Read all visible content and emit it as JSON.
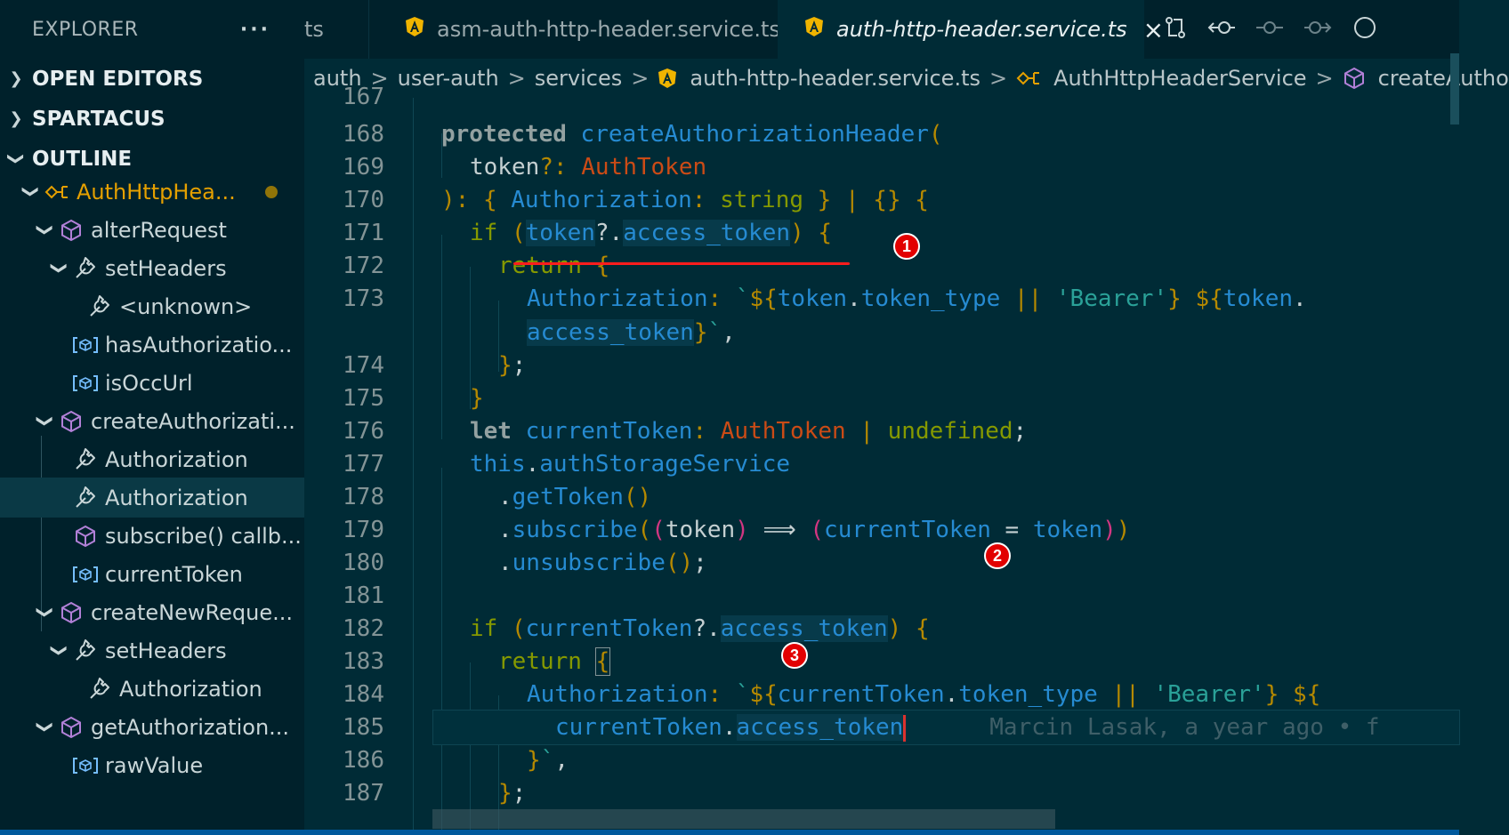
{
  "sidebar": {
    "title": "EXPLORER",
    "more_label": "···",
    "sections": [
      {
        "label": "OPEN EDITORS",
        "expanded": false
      },
      {
        "label": "SPARTACUS",
        "expanded": false
      },
      {
        "label": "OUTLINE",
        "expanded": true
      }
    ],
    "outline": [
      {
        "label": "AuthHttpHea...",
        "icon": "class-icon",
        "depth": 0,
        "twisty": "open",
        "modified": true
      },
      {
        "label": "alterRequest",
        "icon": "method-icon",
        "depth": 1,
        "twisty": "open"
      },
      {
        "label": "setHeaders",
        "icon": "property-icon",
        "depth": 2,
        "twisty": "open"
      },
      {
        "label": "<unknown>",
        "icon": "property-icon",
        "depth": 3,
        "twisty": "none"
      },
      {
        "label": "hasAuthorizatio...",
        "icon": "variable-icon",
        "depth": 2,
        "twisty": "none"
      },
      {
        "label": "isOccUrl",
        "icon": "variable-icon",
        "depth": 2,
        "twisty": "none"
      },
      {
        "label": "createAuthorizati...",
        "icon": "method-icon",
        "depth": 1,
        "twisty": "open"
      },
      {
        "label": "Authorization",
        "icon": "property-icon",
        "depth": 2,
        "twisty": "none"
      },
      {
        "label": "Authorization",
        "icon": "property-icon",
        "depth": 2,
        "twisty": "none",
        "selected": true
      },
      {
        "label": "subscribe() callb...",
        "icon": "method-icon",
        "depth": 2,
        "twisty": "none"
      },
      {
        "label": "currentToken",
        "icon": "variable-icon",
        "depth": 2,
        "twisty": "none"
      },
      {
        "label": "createNewReque...",
        "icon": "method-icon",
        "depth": 1,
        "twisty": "open"
      },
      {
        "label": "setHeaders",
        "icon": "property-icon",
        "depth": 2,
        "twisty": "open"
      },
      {
        "label": "Authorization",
        "icon": "property-icon",
        "depth": 3,
        "twisty": "none"
      },
      {
        "label": "getAuthorization...",
        "icon": "method-icon",
        "depth": 1,
        "twisty": "open"
      },
      {
        "label": "rawValue",
        "icon": "variable-icon",
        "depth": 2,
        "twisty": "none"
      }
    ]
  },
  "tabs": [
    {
      "label": "ts",
      "icon": "none",
      "active": false
    },
    {
      "label": "asm-auth-http-header.service.ts",
      "icon": "angular-icon",
      "active": false
    },
    {
      "label": "auth-http-header.service.ts",
      "icon": "angular-icon",
      "active": true,
      "close": "×"
    }
  ],
  "toolbar_icons": [
    "compare-changes-icon",
    "previous-change-icon",
    "commit-icon",
    "next-change-icon",
    "more-icon"
  ],
  "breadcrumbs": [
    {
      "label": "auth",
      "icon": "none"
    },
    {
      "label": "user-auth",
      "icon": "none"
    },
    {
      "label": "services",
      "icon": "none"
    },
    {
      "label": "auth-http-header.service.ts",
      "icon": "angular-icon"
    },
    {
      "label": "AuthHttpHeaderService",
      "icon": "class-icon"
    },
    {
      "label": "createAutho",
      "icon": "method-icon"
    }
  ],
  "editor": {
    "blame": "Marcin Lasak, a year ago • f",
    "line_numbers": [
      "167",
      "168",
      "169",
      "170",
      "171",
      "172",
      "173",
      "",
      "174",
      "175",
      "176",
      "177",
      "178",
      "179",
      "180",
      "181",
      "182",
      "183",
      "184",
      "185",
      "186",
      "187"
    ],
    "annotations": [
      "1",
      "2",
      "3"
    ]
  },
  "colors": {
    "background": "#002b36",
    "sidebar": "#00212b",
    "keyword": "#859900",
    "function": "#268bd2",
    "type": "#cb4b16",
    "string": "#2aa198",
    "punctuation": "#b58900",
    "annotation": "#e20000"
  }
}
